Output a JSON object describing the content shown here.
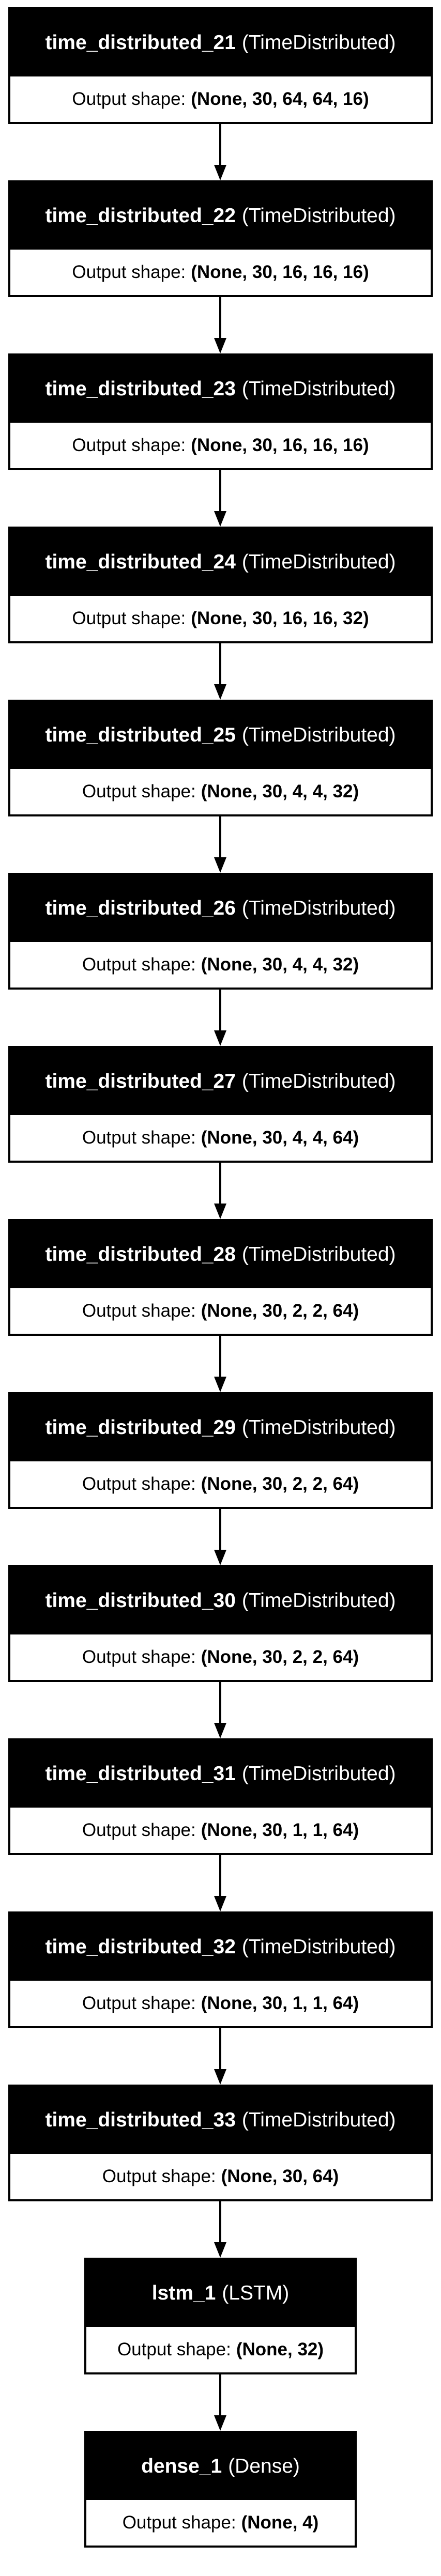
{
  "diagram": {
    "output_label": "Output shape:",
    "layers": [
      {
        "name": "time_distributed_21",
        "type": "(TimeDistributed)",
        "shape": "(None, 30, 64, 64, 16)"
      },
      {
        "name": "time_distributed_22",
        "type": "(TimeDistributed)",
        "shape": "(None, 30, 16, 16, 16)"
      },
      {
        "name": "time_distributed_23",
        "type": "(TimeDistributed)",
        "shape": "(None, 30, 16, 16, 16)"
      },
      {
        "name": "time_distributed_24",
        "type": "(TimeDistributed)",
        "shape": "(None, 30, 16, 16, 32)"
      },
      {
        "name": "time_distributed_25",
        "type": "(TimeDistributed)",
        "shape": "(None, 30, 4, 4, 32)"
      },
      {
        "name": "time_distributed_26",
        "type": "(TimeDistributed)",
        "shape": "(None, 30, 4, 4, 32)"
      },
      {
        "name": "time_distributed_27",
        "type": "(TimeDistributed)",
        "shape": "(None, 30, 4, 4, 64)"
      },
      {
        "name": "time_distributed_28",
        "type": "(TimeDistributed)",
        "shape": "(None, 30, 2, 2, 64)"
      },
      {
        "name": "time_distributed_29",
        "type": "(TimeDistributed)",
        "shape": "(None, 30, 2, 2, 64)"
      },
      {
        "name": "time_distributed_30",
        "type": "(TimeDistributed)",
        "shape": "(None, 30, 2, 2, 64)"
      },
      {
        "name": "time_distributed_31",
        "type": "(TimeDistributed)",
        "shape": "(None, 30, 1, 1, 64)"
      },
      {
        "name": "time_distributed_32",
        "type": "(TimeDistributed)",
        "shape": "(None, 30, 1, 1, 64)"
      },
      {
        "name": "time_distributed_33",
        "type": "(TimeDistributed)",
        "shape": "(None, 30, 64)"
      },
      {
        "name": "lstm_1",
        "type": "(LSTM)",
        "shape": "(None, 32)"
      },
      {
        "name": "dense_1",
        "type": "(Dense)",
        "shape": "(None, 4)"
      }
    ]
  }
}
